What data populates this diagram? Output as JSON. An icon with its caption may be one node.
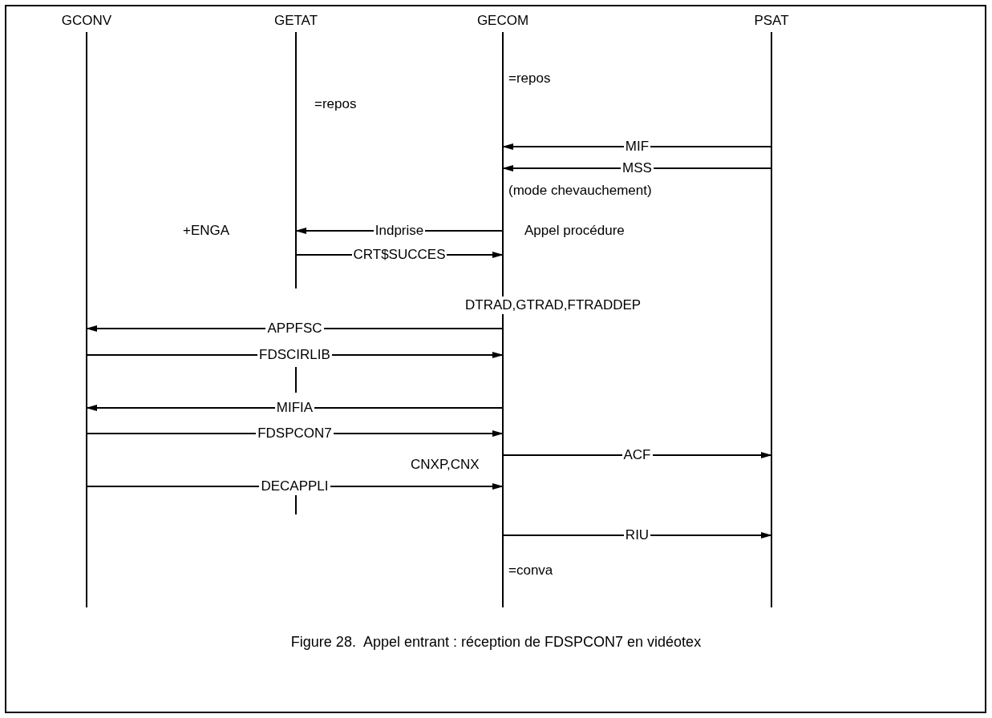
{
  "diagram": {
    "caption": "Figure 28.  Appel entrant : réception de FDSPCON7 en vidéotex",
    "nodes": [
      {
        "text": [
          "GCONV"
        ]
      },
      {
        "text": [
          "GETAT"
        ]
      },
      {
        "text": [
          "GECOM"
        ]
      },
      {
        "text": [
          "PSAT"
        ]
      }
    ],
    "edges": [
      {
        "from": 3,
        "to": 2,
        "arrow": "to",
        "label": "MIF"
      },
      {
        "from": 3,
        "to": 2,
        "arrow": "to",
        "label": "MSS"
      },
      {
        "from": 2,
        "to": 1,
        "arrow": "to",
        "label": "Indprise"
      },
      {
        "from": 1,
        "to": 2,
        "arrow": "to",
        "label": "CRT$SUCCES"
      },
      {
        "from": 2,
        "to": 0,
        "arrow": "to",
        "label": "APPFSC"
      },
      {
        "from": 0,
        "to": 2,
        "arrow": "to",
        "label": "FDSCIRLIB"
      },
      {
        "from": 2,
        "to": 0,
        "arrow": "to",
        "label": "MIFIA"
      },
      {
        "from": 0,
        "to": 2,
        "arrow": "to",
        "label": "FDSPCON7"
      },
      {
        "from": 2,
        "to": 3,
        "arrow": "to",
        "label": "ACF"
      },
      {
        "from": 0,
        "to": 2,
        "arrow": "to",
        "label": "DECAPPLI"
      },
      {
        "from": 2,
        "to": 3,
        "arrow": "to",
        "label": "RIU"
      }
    ],
    "labels": [
      "=repos",
      "=repos",
      "(mode chevauchement)",
      "+ENGA",
      "Appel procédure",
      "DTRAD,GTRAD,FTRADDEP",
      "CNXP,CNX",
      "=conva"
    ]
  }
}
